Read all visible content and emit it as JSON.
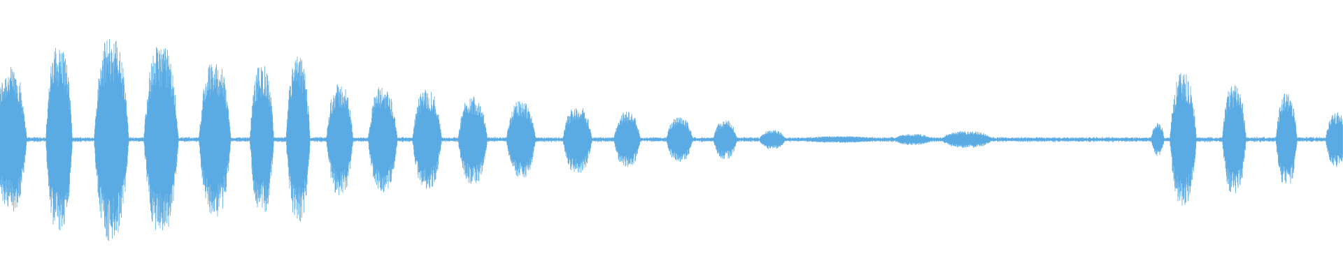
{
  "waveform": {
    "color": "#5aabe4",
    "baseline_level": 0.01,
    "segments": [
      {
        "center": 0.008,
        "half_width": 0.012,
        "amplitude": 0.26
      },
      {
        "center": 0.044,
        "half_width": 0.01,
        "amplitude": 0.34
      },
      {
        "center": 0.083,
        "half_width": 0.013,
        "amplitude": 0.37
      },
      {
        "center": 0.12,
        "half_width": 0.013,
        "amplitude": 0.34
      },
      {
        "center": 0.16,
        "half_width": 0.012,
        "amplitude": 0.28
      },
      {
        "center": 0.195,
        "half_width": 0.009,
        "amplitude": 0.27
      },
      {
        "center": 0.222,
        "half_width": 0.009,
        "amplitude": 0.3
      },
      {
        "center": 0.253,
        "half_width": 0.01,
        "amplitude": 0.2
      },
      {
        "center": 0.285,
        "half_width": 0.011,
        "amplitude": 0.19
      },
      {
        "center": 0.318,
        "half_width": 0.011,
        "amplitude": 0.18
      },
      {
        "center": 0.352,
        "half_width": 0.011,
        "amplitude": 0.16
      },
      {
        "center": 0.388,
        "half_width": 0.011,
        "amplitude": 0.14
      },
      {
        "center": 0.43,
        "half_width": 0.011,
        "amplitude": 0.12
      },
      {
        "center": 0.467,
        "half_width": 0.01,
        "amplitude": 0.1
      },
      {
        "center": 0.506,
        "half_width": 0.01,
        "amplitude": 0.08
      },
      {
        "center": 0.54,
        "half_width": 0.009,
        "amplitude": 0.07
      },
      {
        "center": 0.575,
        "half_width": 0.01,
        "amplitude": 0.035
      },
      {
        "center": 0.625,
        "half_width": 0.03,
        "amplitude": 0.012
      },
      {
        "center": 0.68,
        "half_width": 0.015,
        "amplitude": 0.02
      },
      {
        "center": 0.72,
        "half_width": 0.02,
        "amplitude": 0.03
      },
      {
        "center": 0.862,
        "half_width": 0.005,
        "amplitude": 0.06
      },
      {
        "center": 0.881,
        "half_width": 0.01,
        "amplitude": 0.24
      },
      {
        "center": 0.919,
        "half_width": 0.009,
        "amplitude": 0.2
      },
      {
        "center": 0.958,
        "half_width": 0.008,
        "amplitude": 0.17
      },
      {
        "center": 0.995,
        "half_width": 0.008,
        "amplitude": 0.1
      }
    ]
  }
}
